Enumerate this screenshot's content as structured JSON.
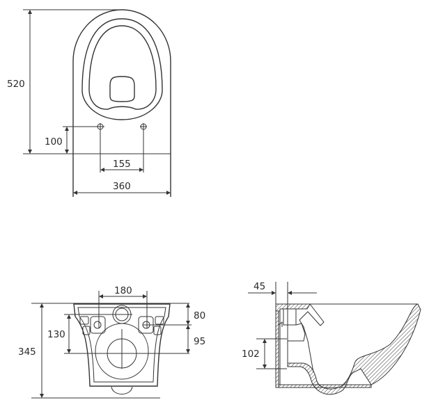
{
  "drawing": {
    "top_view": {
      "dimensions": {
        "length": "520",
        "hole_offset": "100",
        "hole_spacing": "155",
        "width": "360"
      }
    },
    "rear_view": {
      "dimensions": {
        "height": "345",
        "hole_spacing": "180",
        "top_to_holes": "80",
        "holes_to_outlet": "95",
        "inlet_to_outlet": "130"
      }
    },
    "side_view": {
      "dimensions": {
        "wall_offset": "45",
        "outlet_height": "102"
      }
    }
  }
}
